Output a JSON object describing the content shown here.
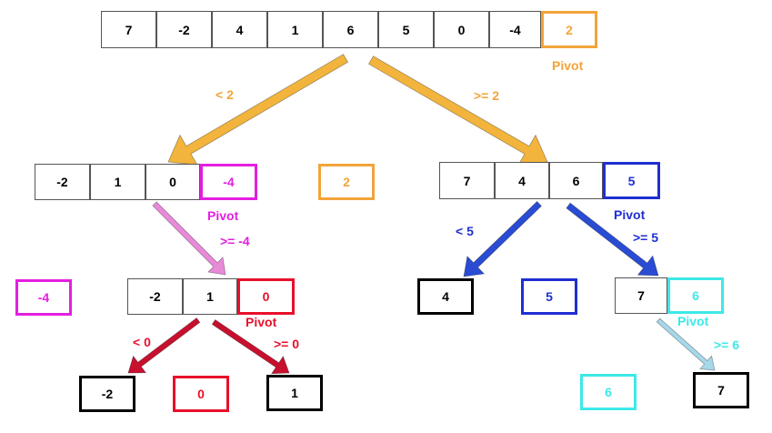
{
  "colors": {
    "orange": "#f2a43a",
    "magenta": "#e41fe0",
    "red": "#e8102a",
    "blue": "#1f2fd1",
    "cyan": "#3ee8e8",
    "black": "#000000",
    "arrow_orange": "#f2b43c",
    "arrow_pink": "#e88ad8",
    "arrow_crimson": "#c8102e",
    "arrow_blue": "#2a4cd4",
    "arrow_lightblue": "#a6d8ea"
  },
  "level0": {
    "array": [
      "7",
      "-2",
      "4",
      "1",
      "6",
      "5",
      "0",
      "-4"
    ],
    "pivot": "2",
    "pivot_label": "Pivot"
  },
  "level1": {
    "left_array": [
      "-2",
      "1",
      "0"
    ],
    "left_pivot": "-4",
    "left_pivot_label": "Pivot",
    "center_value": "2",
    "right_array": [
      "7",
      "4",
      "6"
    ],
    "right_pivot": "5",
    "right_pivot_label": "Pivot",
    "arrow_left_label": "< 2",
    "arrow_right_label": ">= 2"
  },
  "level2": {
    "left_single": "-4",
    "mid_array": [
      "-2",
      "1"
    ],
    "mid_pivot": "0",
    "mid_pivot_label": "Pivot",
    "arrow_ge_m4_label": ">= -4",
    "right_single_4": "4",
    "right_center_5": "5",
    "right_array": [
      "7"
    ],
    "right_pivot": "6",
    "right_pivot_label": "Pivot",
    "arrow_lt5_label": "< 5",
    "arrow_ge5_label": ">= 5"
  },
  "level3": {
    "cell_m2": "-2",
    "cell_0": "0",
    "cell_1": "1",
    "arrow_lt0_label": "< 0",
    "arrow_ge0_label": ">= 0",
    "cell_6": "6",
    "cell_7": "7",
    "arrow_ge6_label": ">= 6"
  }
}
